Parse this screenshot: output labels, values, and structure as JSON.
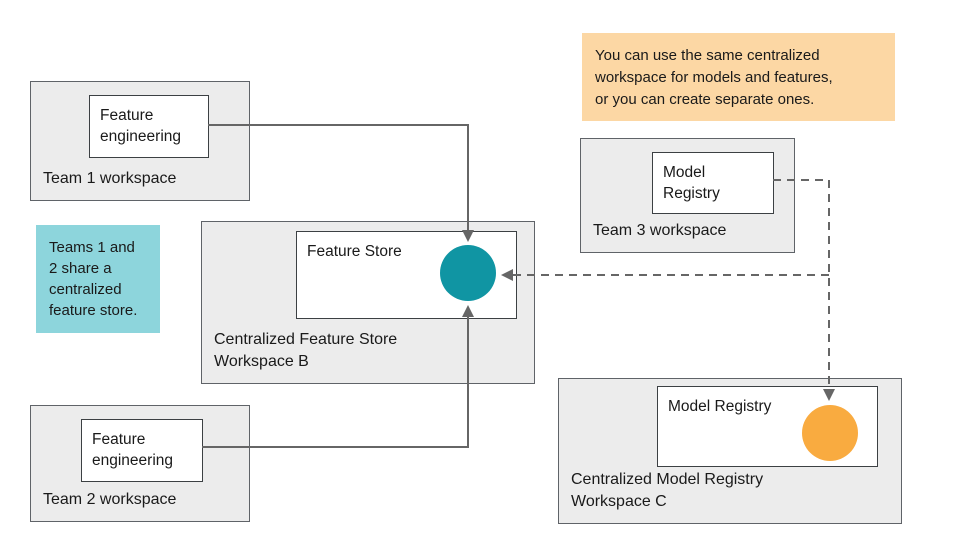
{
  "colors": {
    "canvas_bg": "#ffffff",
    "text_color": "#1a1a1a",
    "workspace_bg": "#ececec",
    "workspace_border": "#5f6368",
    "component_bg": "#ffffff",
    "component_border": "#3c4043",
    "arrow_color": "#666666",
    "feature_store_circle": "#1095a3",
    "model_registry_circle": "#f9ab40",
    "note_models_bg": "#fcd7a4",
    "note_teams_bg": "#8dd5dc"
  },
  "notes": {
    "centralized_workspace": "You can use the same centralized\nworkspace for models and features,\nor you can create separate ones.",
    "shared_feature_store": "Teams 1 and\n2 share a\ncentralized\nfeature store."
  },
  "workspaces": {
    "team1": {
      "label": "Team 1 workspace",
      "component": "Feature engineering"
    },
    "team2": {
      "label": "Team 2 workspace",
      "component": "Feature engineering"
    },
    "team3": {
      "label": "Team 3 workspace",
      "component": "Model Registry"
    },
    "centralized_feature_store": {
      "label": "Centralized Feature Store\nWorkspace B",
      "component": "Feature Store"
    },
    "centralized_model_registry": {
      "label": "Centralized Model Registry\nWorkspace C",
      "component": "Model Registry"
    }
  }
}
